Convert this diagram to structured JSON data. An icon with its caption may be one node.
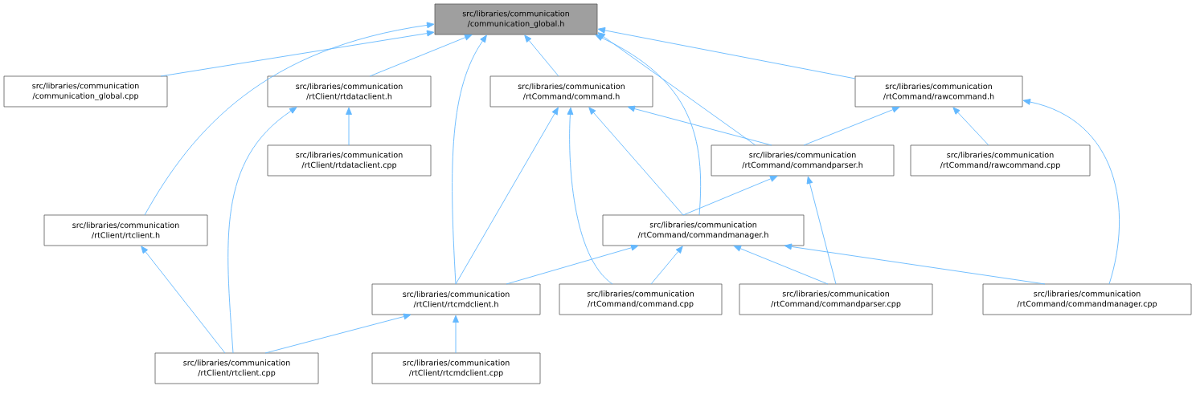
{
  "diagram": {
    "nodes": [
      {
        "text": [
          "src/libraries/communication /communication_global.h"
        ]
      },
      {
        "text": [
          "src/libraries/communication /communication_global.cpp"
        ]
      },
      {
        "text": [
          "src/libraries/communication /rtClient/rtdataclient.h"
        ]
      },
      {
        "text": [
          "src/libraries/communication /rtCommand/command.h"
        ]
      },
      {
        "text": [
          "src/libraries/communication /rtCommand/rawcommand.h"
        ]
      },
      {
        "text": [
          "src/libraries/communication /rtClient/rtdataclient.cpp"
        ]
      },
      {
        "text": [
          "src/libraries/communication /rtCommand/commandparser.h"
        ]
      },
      {
        "text": [
          "src/libraries/communication /rtCommand/rawcommand.cpp"
        ]
      },
      {
        "text": [
          "src/libraries/communication /rtClient/rtclient.h"
        ]
      },
      {
        "text": [
          "src/libraries/communication /rtCommand/commandmanager.h"
        ]
      },
      {
        "text": [
          "src/libraries/communication /rtClient/rtcmdclient.h"
        ]
      },
      {
        "text": [
          "src/libraries/communication /rtCommand/command.cpp"
        ]
      },
      {
        "text": [
          "src/libraries/communication /rtCommand/commandparser.cpp"
        ]
      },
      {
        "text": [
          "src/libraries/communication /rtCommand/commandmanager.cpp"
        ]
      },
      {
        "text": [
          "src/libraries/communication /rtClient/rtclient.cpp"
        ]
      },
      {
        "text": [
          "src/libraries/communication /rtClient/rtcmdclient.cpp"
        ]
      }
    ],
    "edges": [
      {
        "from": 1,
        "to": 0,
        "arrow": "to"
      },
      {
        "from": 8,
        "to": 0,
        "arrow": "to"
      },
      {
        "from": 2,
        "to": 0,
        "arrow": "to"
      },
      {
        "from": 10,
        "to": 0,
        "arrow": "to"
      },
      {
        "from": 3,
        "to": 0,
        "arrow": "to"
      },
      {
        "from": 9,
        "to": 0,
        "arrow": "to"
      },
      {
        "from": 6,
        "to": 0,
        "arrow": "to"
      },
      {
        "from": 4,
        "to": 0,
        "arrow": "to"
      },
      {
        "from": 5,
        "to": 2,
        "arrow": "to"
      },
      {
        "from": 14,
        "to": 2,
        "arrow": "to"
      },
      {
        "from": 10,
        "to": 3,
        "arrow": "to"
      },
      {
        "from": 11,
        "to": 3,
        "arrow": "to"
      },
      {
        "from": 9,
        "to": 3,
        "arrow": "to"
      },
      {
        "from": 6,
        "to": 3,
        "arrow": "to"
      },
      {
        "from": 6,
        "to": 4,
        "arrow": "to"
      },
      {
        "from": 7,
        "to": 4,
        "arrow": "to"
      },
      {
        "from": 13,
        "to": 4,
        "arrow": "to"
      },
      {
        "from": 9,
        "to": 6,
        "arrow": "to"
      },
      {
        "from": 12,
        "to": 6,
        "arrow": "to"
      },
      {
        "from": 10,
        "to": 9,
        "arrow": "to"
      },
      {
        "from": 11,
        "to": 9,
        "arrow": "to"
      },
      {
        "from": 12,
        "to": 9,
        "arrow": "to"
      },
      {
        "from": 13,
        "to": 9,
        "arrow": "to"
      },
      {
        "from": 14,
        "to": 8,
        "arrow": "to"
      },
      {
        "from": 14,
        "to": 10,
        "arrow": "to"
      },
      {
        "from": 15,
        "to": 10,
        "arrow": "to"
      }
    ]
  }
}
